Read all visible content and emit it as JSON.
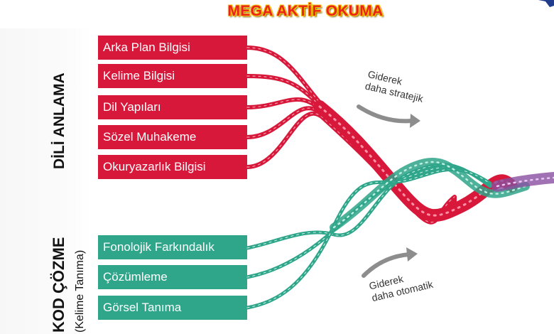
{
  "title": "MEGA AKTİF OKUMA",
  "sections": {
    "top": "DİLİ ANLAMA",
    "bottom_main": "KOD ÇÖZME",
    "bottom_sub": "(Kelime Tanıma)"
  },
  "red_strands": [
    "Arka Plan Bilgisi",
    "Kelime Bilgisi",
    "Dil Yapıları",
    "Sözel Muhakeme",
    "Okuryazarlık Bilgisi"
  ],
  "green_strands": [
    "Fonolojik Farkındalık",
    "Çözümleme",
    "Görsel Tanıma"
  ],
  "notes": {
    "strategic_line1": "Giderek",
    "strategic_line2": "daha stratejik",
    "automatic_line1": "Giderek",
    "automatic_line2": "daha otomatik"
  },
  "colors": {
    "red": "#d8183a",
    "green": "#2fa58a",
    "title_red": "#e8231b",
    "title_outline": "#f6c400",
    "purple": "#8a4fa0"
  }
}
